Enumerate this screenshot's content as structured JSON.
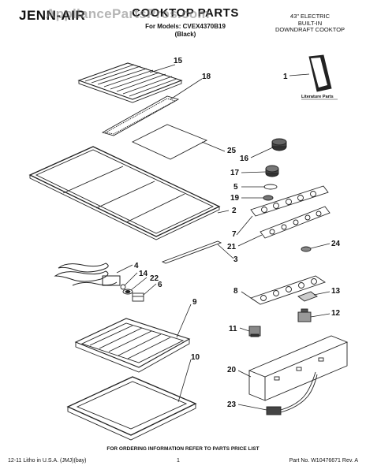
{
  "header": {
    "brand": "JENN-AIR",
    "title": "COOKTOP PARTS",
    "models_line": "For Models: CVEX4370B19",
    "color_line": "(Black)",
    "product_lines": [
      "43\" ELECTRIC",
      "BUILT-IN",
      "DOWNDRAFT COOKTOP"
    ]
  },
  "watermark": "AppliancePartsPros.com",
  "literature_label": "Literature Parts",
  "callouts": [
    "15",
    "18",
    "1",
    "25",
    "16",
    "17",
    "5",
    "19",
    "2",
    "7",
    "21",
    "24",
    "3",
    "4",
    "14",
    "22",
    "6",
    "9",
    "8",
    "13",
    "12",
    "11",
    "10",
    "20",
    "23"
  ],
  "footer": {
    "ordering_note": "FOR ORDERING INFORMATION REFER TO PARTS PRICE LIST",
    "left": "12-11 Litho in U.S.A. (JMJ)(bay)",
    "page": "1",
    "right": "Part No. W10476671 Rev. A"
  }
}
